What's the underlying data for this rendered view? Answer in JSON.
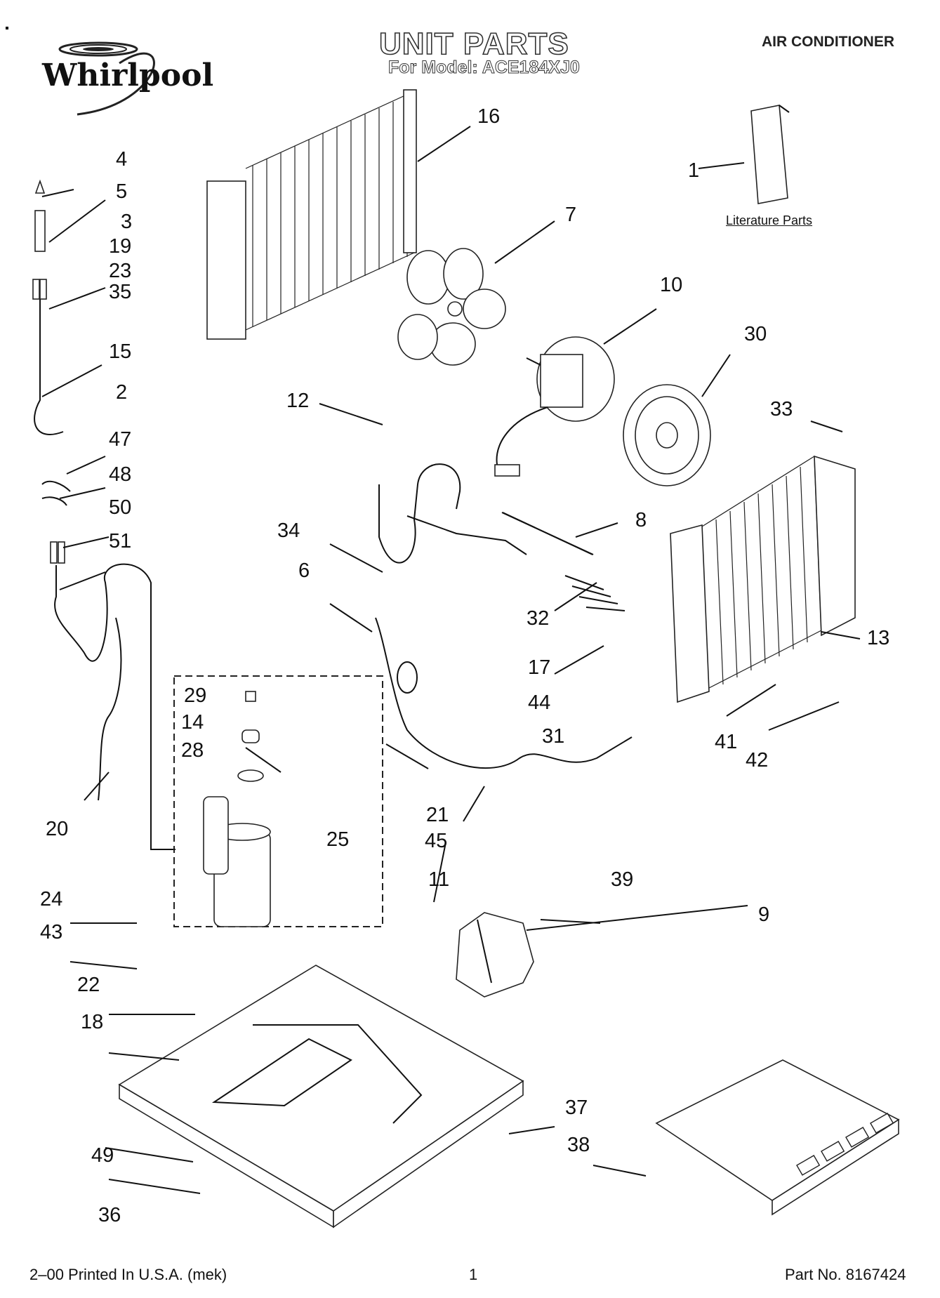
{
  "header": {
    "brand": "Whirlpool",
    "title": "UNIT PARTS",
    "model_line": "For Model: ACE184XJ0",
    "category": "AIR CONDITIONER"
  },
  "literature_label": "Literature Parts",
  "callouts": [
    "1",
    "2",
    "3",
    "4",
    "5",
    "6",
    "7",
    "8",
    "9",
    "10",
    "11",
    "12",
    "13",
    "14",
    "15",
    "16",
    "17",
    "18",
    "19",
    "20",
    "21",
    "22",
    "23",
    "24",
    "25",
    "28",
    "29",
    "30",
    "31",
    "32",
    "33",
    "34",
    "35",
    "36",
    "37",
    "38",
    "39",
    "41",
    "42",
    "43",
    "44",
    "45",
    "47",
    "48",
    "49",
    "50",
    "51"
  ],
  "footer": {
    "printed": "2–00 Printed In U.S.A. (mek)",
    "page": "1",
    "part_no": "Part No. 8167424"
  }
}
